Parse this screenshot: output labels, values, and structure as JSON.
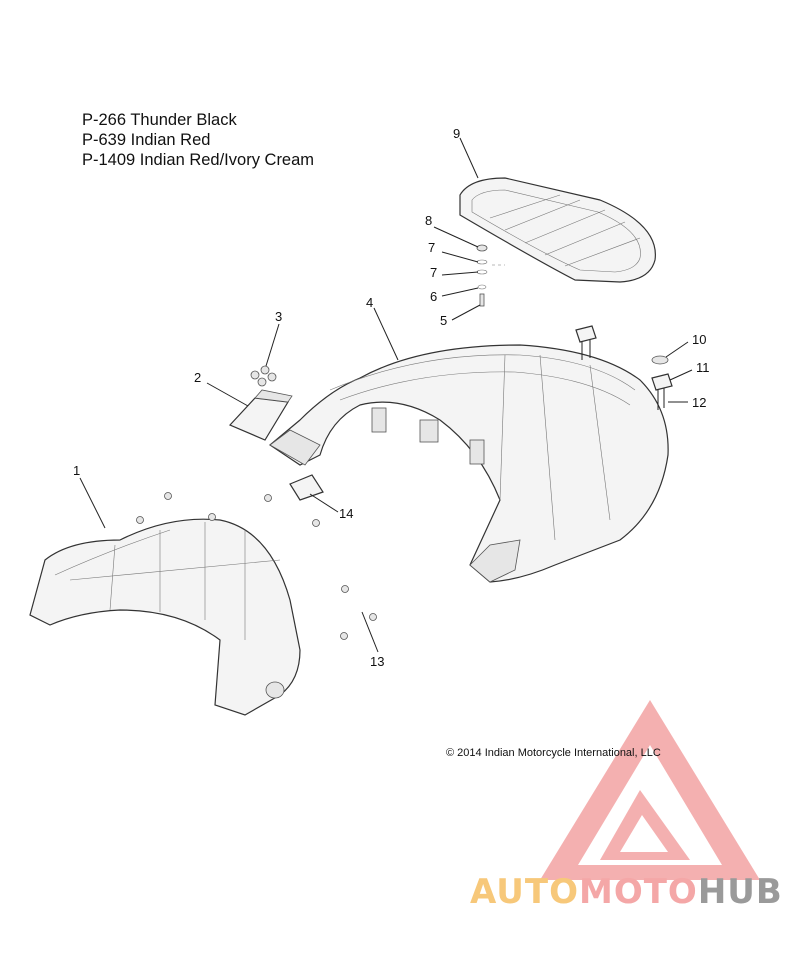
{
  "legend": [
    "P-266  Thunder Black",
    "P-639  Indian Red",
    "P-1409 Indian Red/Ivory Cream"
  ],
  "callouts": {
    "c1": "1",
    "c2": "2",
    "c3": "3",
    "c4": "4",
    "c5": "5",
    "c6": "6",
    "c7a": "7",
    "c7b": "7",
    "c8": "8",
    "c9": "9",
    "c10": "10",
    "c11": "11",
    "c12": "12",
    "c13": "13",
    "c14": "14"
  },
  "copyright": "© 2014 Indian Motorcycle International, LLC",
  "watermark": {
    "auto": "AUTO",
    "moto": "MOTO",
    "hub": "HUB",
    "logo_color": "#f19a9a"
  }
}
